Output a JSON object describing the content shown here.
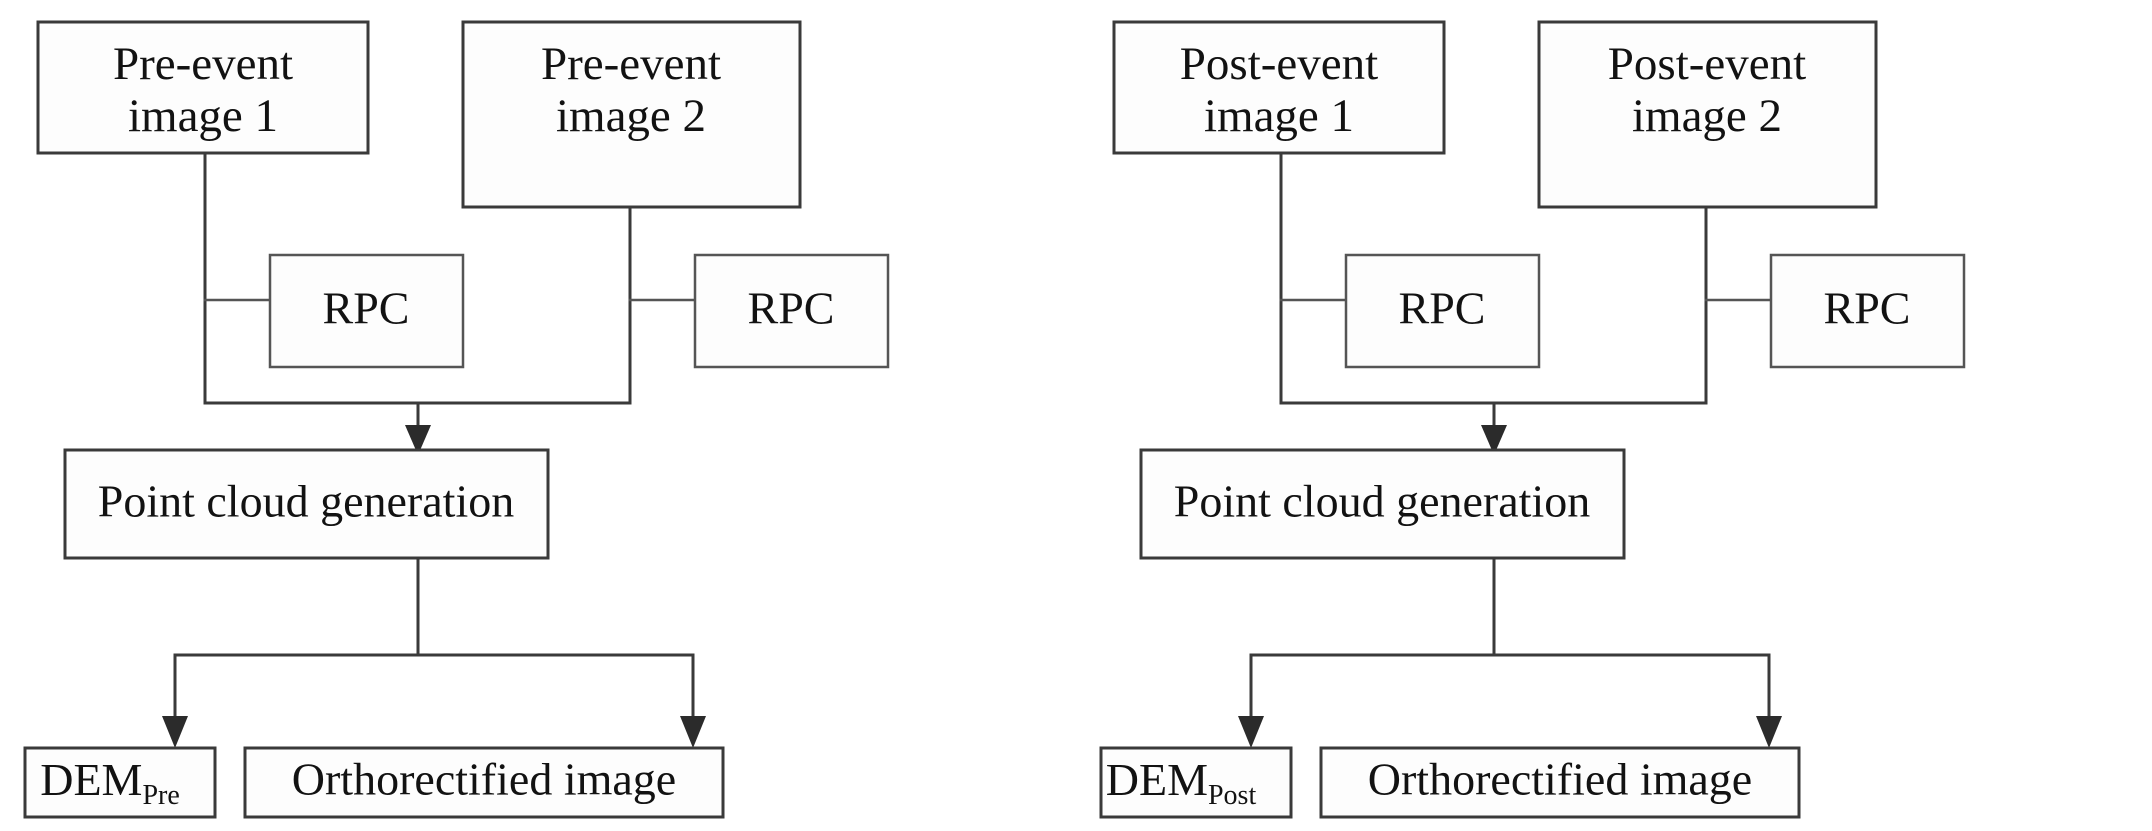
{
  "figure": {
    "type": "flowchart",
    "description": "Two parallel photogrammetric processing workflows: pre-event and post-event stereo image processing producing DEMs and orthorectified images.",
    "background_color": "#ffffff",
    "line_color": "#3a3a3a",
    "text_color": "#121212"
  },
  "panels": [
    {
      "id": "pre-event",
      "name": "pre-event-workflow",
      "nodes": {
        "image1": {
          "label": "Pre-event",
          "label2": "image 1",
          "name": "pre-event-image-1"
        },
        "image2": {
          "label": "Pre-event",
          "label2": "image 2",
          "name": "pre-event-image-2"
        },
        "rpc1": {
          "label": "RPC",
          "name": "rpc-box-1"
        },
        "rpc2": {
          "label": "RPC",
          "name": "rpc-box-2"
        },
        "pointcloud": {
          "label": "Point cloud generation",
          "name": "point-cloud-generation"
        },
        "dem": {
          "label": "DEM",
          "subscript": "Pre",
          "name": "dem-pre"
        },
        "ortho": {
          "label": "Orthorectified image",
          "name": "orthorectified-image"
        }
      }
    },
    {
      "id": "post-event",
      "name": "post-event-workflow",
      "nodes": {
        "image1": {
          "label": "Post-event",
          "label2": "image 1",
          "name": "post-event-image-1"
        },
        "image2": {
          "label": "Post-event",
          "label2": "image 2",
          "name": "post-event-image-2"
        },
        "rpc1": {
          "label": "RPC",
          "name": "rpc-box-3"
        },
        "rpc2": {
          "label": "RPC",
          "name": "rpc-box-4"
        },
        "pointcloud": {
          "label": "Point cloud generation",
          "name": "point-cloud-generation"
        },
        "dem": {
          "label": "DEM",
          "subscript": "Post",
          "name": "dem-post"
        },
        "ortho": {
          "label": "Orthorectified image",
          "name": "orthorectified-image"
        }
      }
    }
  ],
  "edges": [
    {
      "from": "image1",
      "to": "rpc1",
      "style": "elbow",
      "arrow": false
    },
    {
      "from": "image2",
      "to": "rpc2",
      "style": "elbow",
      "arrow": false
    },
    {
      "from": "images",
      "to": "pointcloud",
      "style": "merge",
      "arrow": true
    },
    {
      "from": "pointcloud",
      "to": "dem",
      "style": "split",
      "arrow": true
    },
    {
      "from": "pointcloud",
      "to": "ortho",
      "style": "split",
      "arrow": true
    }
  ]
}
